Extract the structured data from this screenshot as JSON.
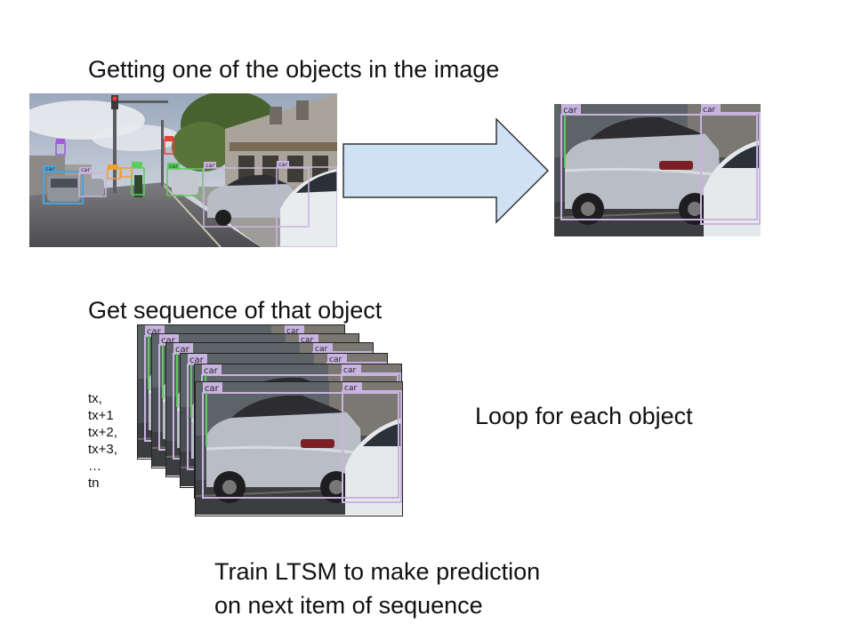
{
  "headings": {
    "step1": "Getting one of the objects in the image",
    "step2": "Get sequence of that object",
    "loop": "Loop for each object",
    "train_line1": "Train LTSM to make prediction",
    "train_line2": "on next item of sequence"
  },
  "sequence_labels": [
    "tx,",
    "tx+1",
    "tx+2,",
    "tx+3,",
    "…",
    "tn"
  ],
  "detection_labels": {
    "car": "car",
    "small": [
      "car",
      "car",
      "car",
      "car",
      "car",
      "car"
    ]
  },
  "colors": {
    "arrow_fill": "#cfe2f3",
    "arrow_stroke": "#333333",
    "box_lavender": "#c9b3e0",
    "box_green": "#5ecb5e",
    "box_blue": "#4aa3df",
    "box_orange": "#f0a030",
    "box_red": "#e0443c"
  }
}
